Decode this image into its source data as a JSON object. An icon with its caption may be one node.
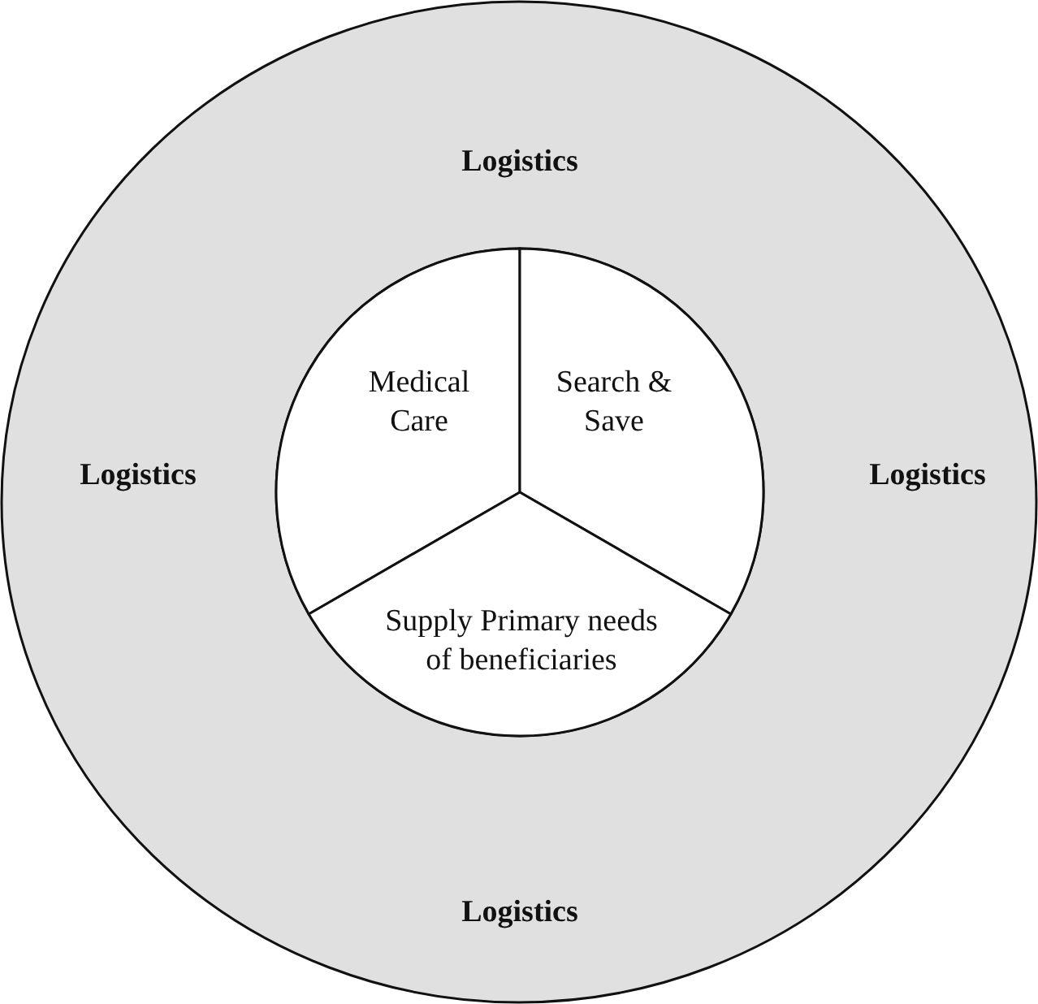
{
  "diagram": {
    "nodes": [
      {
        "text": [
          "Logistics",
          "Logistics",
          "Logistics",
          "Logistics"
        ]
      },
      {
        "text": [],
        "shape": "circle",
        "in": 0
      },
      {
        "text": [
          "Medical Care"
        ],
        "in": 1
      },
      {
        "text": [
          "Search & Save"
        ],
        "in": 1
      },
      {
        "text": [
          "Supply Primary needs of beneficiaries"
        ],
        "in": 1
      }
    ]
  }
}
